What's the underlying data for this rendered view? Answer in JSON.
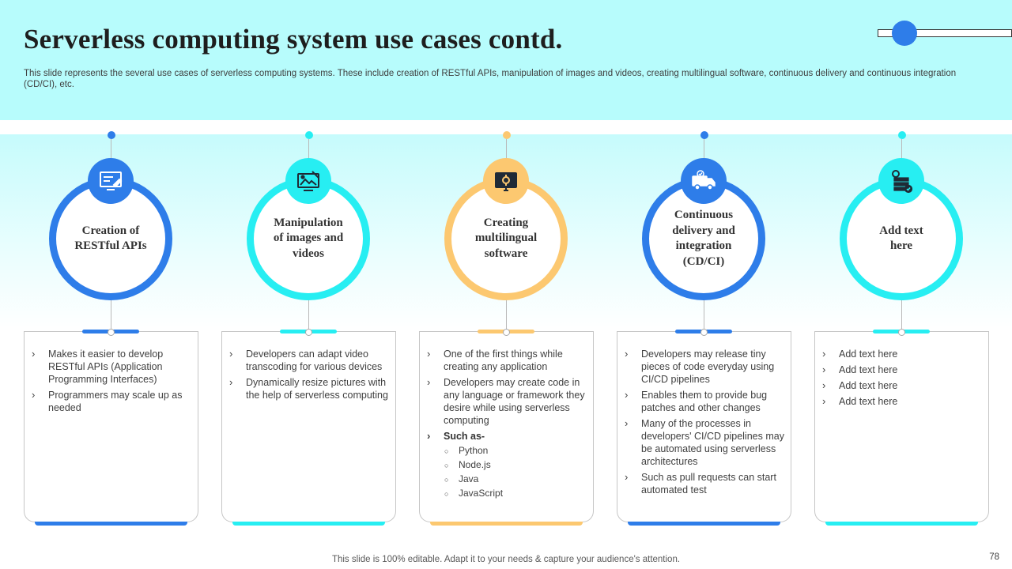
{
  "slide": {
    "title": "Serverless computing system use cases contd.",
    "subtitle": "This slide represents the several use cases of serverless computing systems. These include creation of RESTful APIs, manipulation of images and videos, creating multilingual software, continuous delivery and continuous integration (CD/CI), etc.",
    "footer": "This slide is 100% editable. Adapt it to your needs & capture your audience's attention.",
    "page_number": "78"
  },
  "colors": {
    "blue": "#2e7de9",
    "cyan": "#27eef2",
    "yellow": "#fcc870",
    "header_band": "#b7fcfc"
  },
  "columns": [
    {
      "ring_label": "Creation of RESTful APIs",
      "icon": "api-screen-icon",
      "bullets": [
        "Makes it easier to develop RESTful APIs (Application Programming Interfaces)",
        "Programmers may scale up as needed"
      ]
    },
    {
      "ring_label": "Manipulation of images and videos",
      "icon": "image-editing-icon",
      "bullets": [
        "Developers can adapt video transcoding for various devices",
        "Dynamically resize pictures with the help of serverless computing"
      ]
    },
    {
      "ring_label": "Creating multilingual software",
      "icon": "software-monitor-icon",
      "bullets": [
        "One of the first things while creating any application",
        "Developers may create code in any language or framework they desire while using serverless computing"
      ],
      "such_as_label": "Such as-",
      "languages": [
        "Python",
        "Node.js",
        "Java",
        "JavaScript"
      ]
    },
    {
      "ring_label": "Continuous delivery and integration (CD/CI)",
      "icon": "delivery-truck-icon",
      "bullets": [
        "Developers may release tiny pieces of code everyday using CI/CD pipelines",
        "Enables them to provide bug patches and other changes",
        "Many of the processes in developers' CI/CD pipelines may be automated using serverless architectures",
        "Such as pull requests can start automated test"
      ]
    },
    {
      "ring_label": "Add text here",
      "icon": "server-rack-icon",
      "bullets": [
        "Add text here",
        "Add text here",
        "Add text here",
        "Add text here"
      ]
    }
  ]
}
